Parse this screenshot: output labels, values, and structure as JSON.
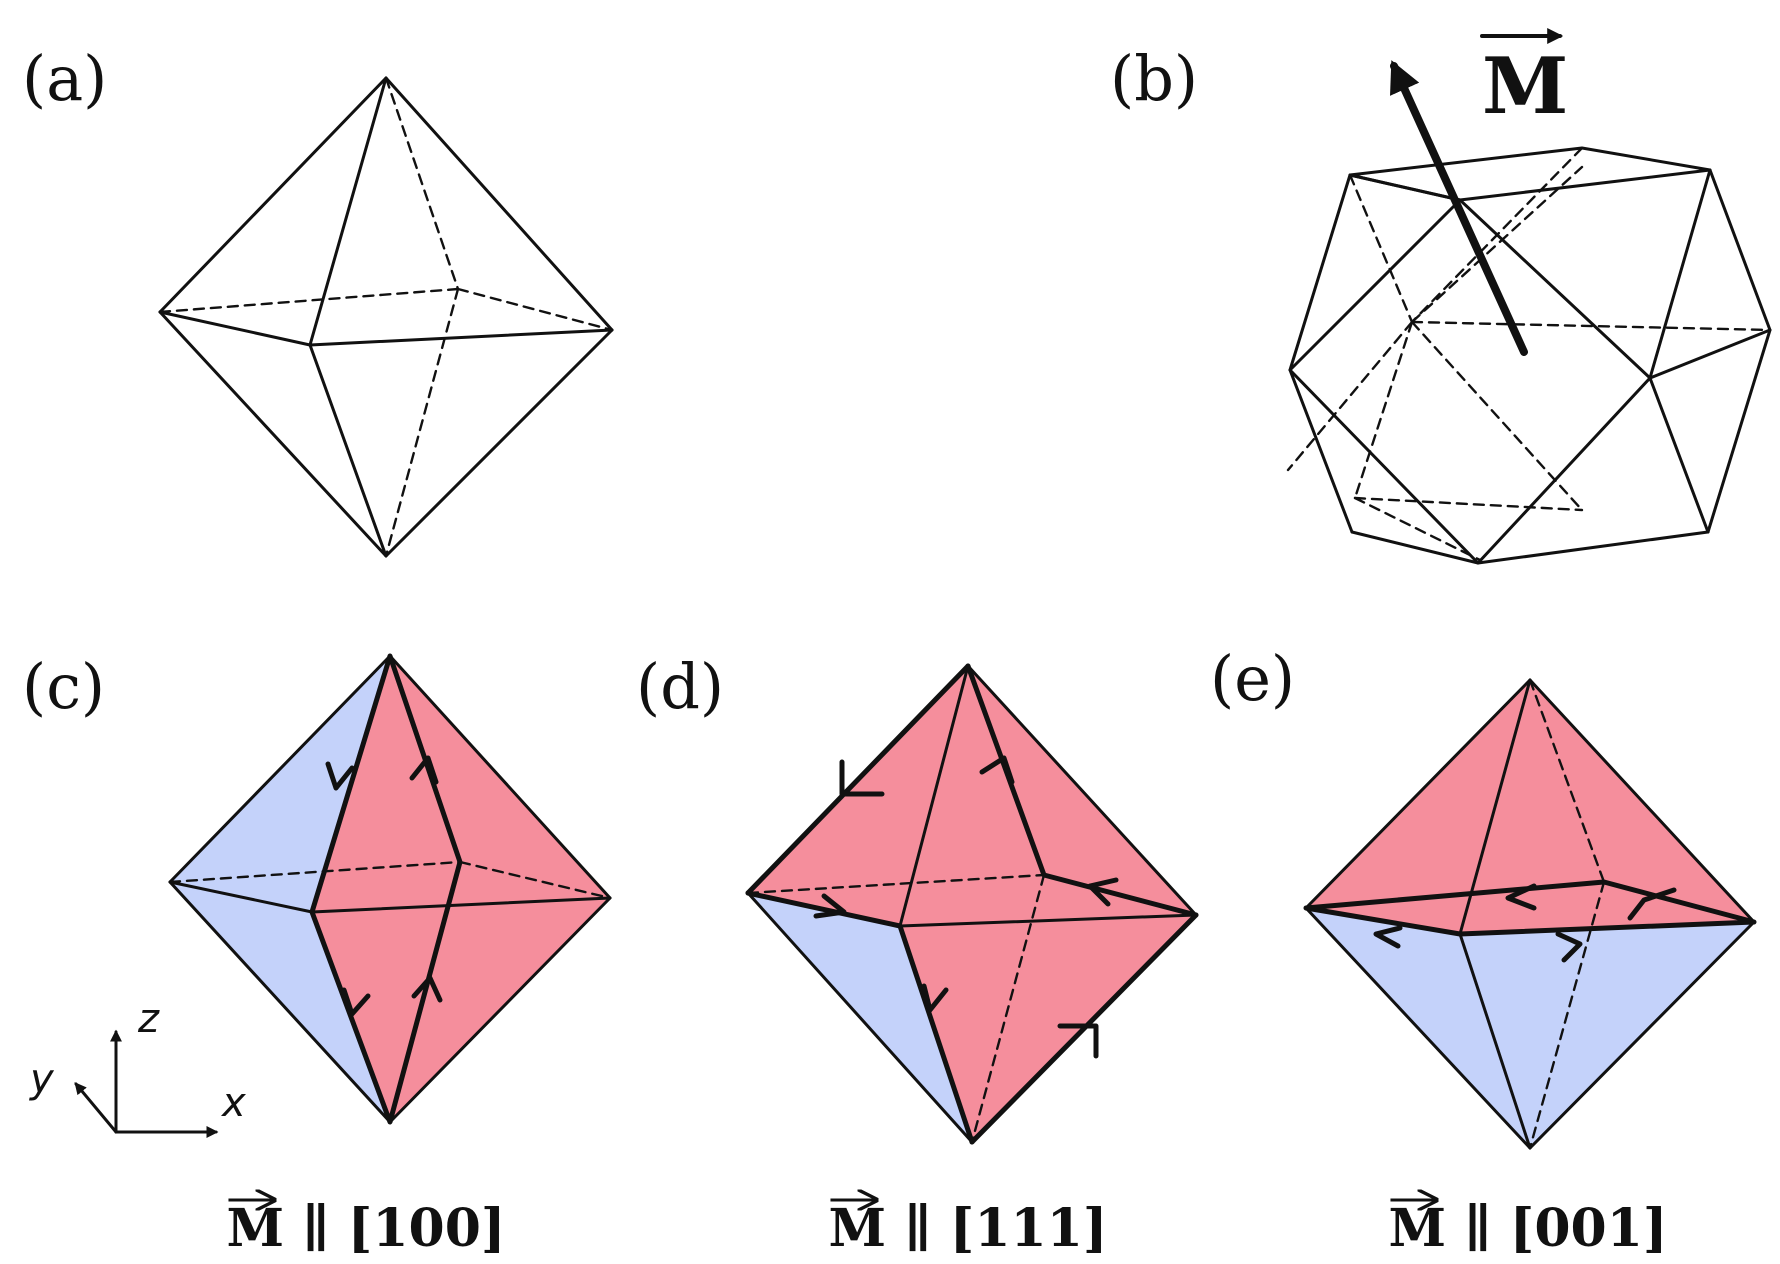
{
  "labels": {
    "a": "(a)",
    "b": "(b)",
    "c": "(c)",
    "d": "(d)",
    "e": "(e)"
  },
  "magnetization": {
    "symbol": "M"
  },
  "captions": {
    "c": "M ∥ [100]",
    "d": "M ∥ [111]",
    "e": "M ∥ [001]"
  },
  "axes": {
    "x": "x",
    "y": "y",
    "z": "z"
  },
  "colors": {
    "pink": "#f58e9c",
    "blue": "#c4d2fa",
    "line": "#111111"
  }
}
